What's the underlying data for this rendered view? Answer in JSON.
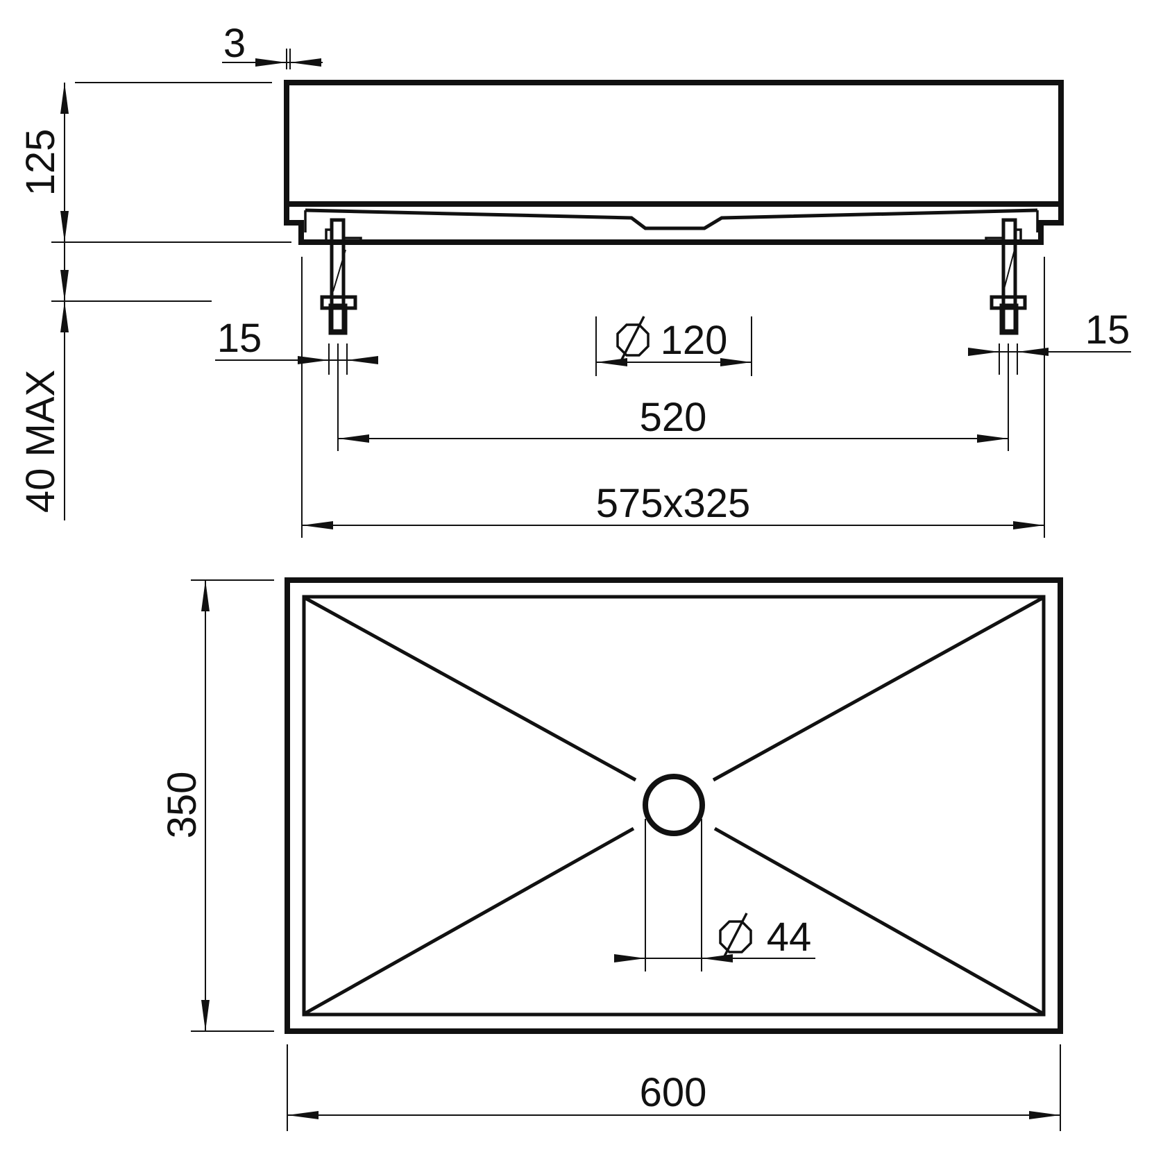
{
  "drawing": {
    "labels": {
      "lip": "3",
      "height": "125",
      "clamp_range": "40 MAX",
      "offset_left": "15",
      "offset_right": "15",
      "waste_dia": "120",
      "fixing_span": "520",
      "cutout": "575x325",
      "depth": "350",
      "width": "600",
      "outlet_dia": "44"
    },
    "colors": {
      "line": "#111111",
      "background": "#ffffff"
    }
  }
}
